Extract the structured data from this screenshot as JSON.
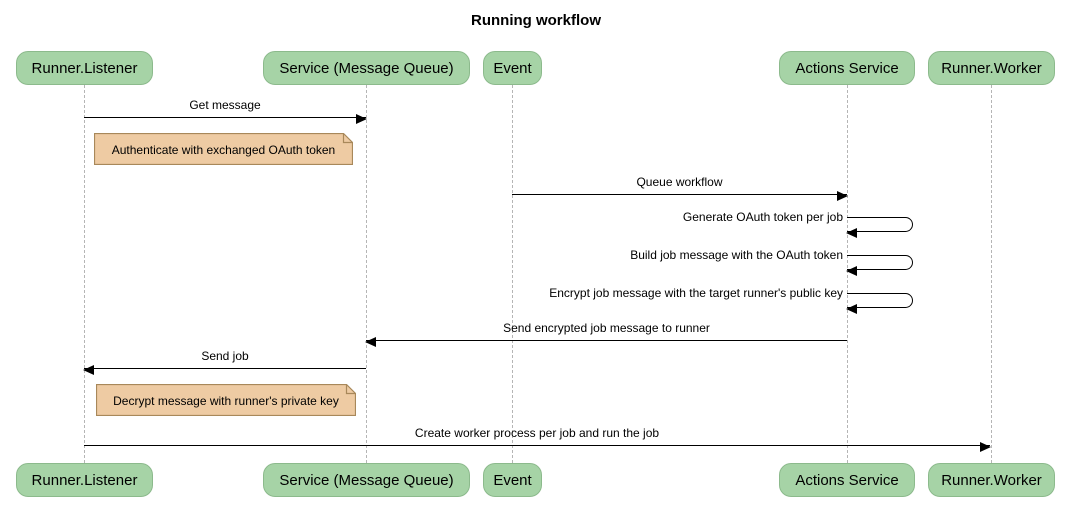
{
  "title": "Running workflow",
  "participants": [
    {
      "name": "Runner.Listener"
    },
    {
      "name": "Service (Message Queue)"
    },
    {
      "name": "Event"
    },
    {
      "name": "Actions Service"
    },
    {
      "name": "Runner.Worker"
    }
  ],
  "messages": [
    {
      "label": "Get message",
      "from": "Runner.Listener",
      "to": "Service (Message Queue)"
    },
    {
      "label": "Queue workflow",
      "from": "Event",
      "to": "Actions Service"
    },
    {
      "label": "Generate OAuth token per job",
      "from": "Actions Service",
      "to": "Actions Service"
    },
    {
      "label": "Build job message with the OAuth token",
      "from": "Actions Service",
      "to": "Actions Service"
    },
    {
      "label": "Encrypt job message with the target runner's public key",
      "from": "Actions Service",
      "to": "Actions Service"
    },
    {
      "label": "Send encrypted job message to runner",
      "from": "Actions Service",
      "to": "Service (Message Queue)"
    },
    {
      "label": "Send job",
      "from": "Service (Message Queue)",
      "to": "Runner.Listener"
    },
    {
      "label": "Create worker process per job and run the job",
      "from": "Runner.Listener",
      "to": "Runner.Worker"
    }
  ],
  "notes": [
    {
      "text": "Authenticate with exchanged OAuth token",
      "over": "Runner.Listener"
    },
    {
      "text": "Decrypt message with runner's private key",
      "over": "Runner.Listener"
    }
  ],
  "colors": {
    "participant_fill": "#A6D3A6",
    "participant_border": "#8CBA8C",
    "note_fill": "#EECBA3",
    "note_border": "#A8885A",
    "lifeline": "#B5B5B5",
    "arrow": "#000000",
    "text": "#000000",
    "background": "#FFFFFF"
  }
}
